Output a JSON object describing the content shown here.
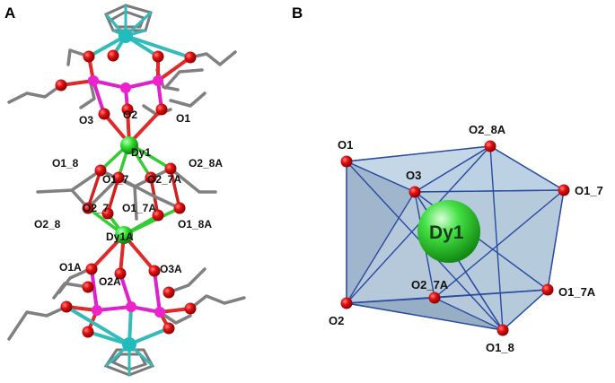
{
  "panels": {
    "a": {
      "letter": "A"
    },
    "b": {
      "letter": "B"
    }
  },
  "panel_a_labels": {
    "o3": "O3",
    "o2": "O2",
    "o1": "O1",
    "dy1": "Dy1",
    "o1_8": "O1_8",
    "o1_7": "O1_7",
    "o2_8a": "O2_8A",
    "o2_7a": "O2_7A",
    "o2_8": "O2_8",
    "o2_7": "O2_7",
    "o1_7a": "O1_7A",
    "o1_8a": "O1_8A",
    "dy1a": "Dy1A",
    "o1a": "O1A",
    "o2a": "O2A",
    "o3a": "O3A"
  },
  "panel_b_labels": {
    "o1": "O1",
    "o2_8a": "O2_8A",
    "o3": "O3",
    "o1_7": "O1_7",
    "dy1": "Dy1",
    "o2_7a": "O2_7A",
    "o1_7a": "O1_7A",
    "o2": "O2",
    "o1_8": "O1_8"
  },
  "colors": {
    "dysprosium": "#22dd22",
    "oxygen": "#e01010",
    "phosphorus": "#ee22cc",
    "cobalt": "#22bbbb",
    "carbon": "#808080",
    "polyhedron": "#8aaec8",
    "polyhedron_edge": "#2a4aa0"
  }
}
